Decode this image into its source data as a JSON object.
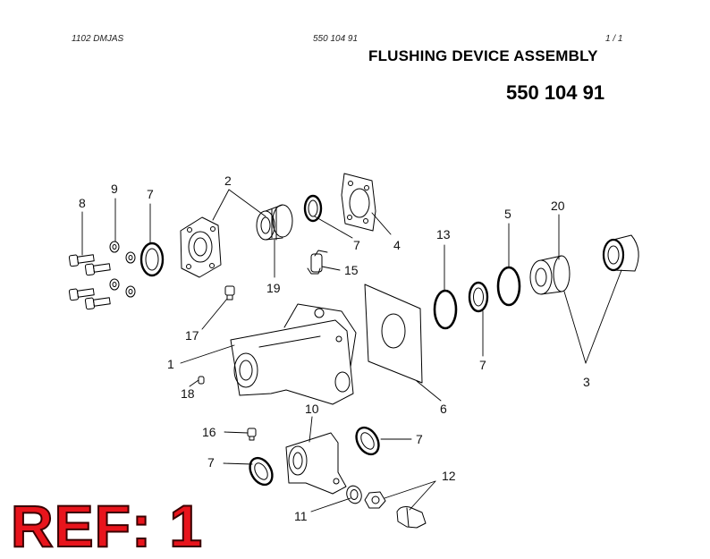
{
  "header": {
    "code_left": "1102 DMJAS",
    "code_mid": "550 104 91",
    "page": "1 /   1"
  },
  "title": "FLUSHING DEVICE ASSEMBLY",
  "part_number": "550 104 91",
  "callouts": [
    "1",
    "2",
    "3",
    "4",
    "5",
    "6",
    "7",
    "7",
    "7",
    "7",
    "7",
    "8",
    "9",
    "10",
    "11",
    "12",
    "13",
    "15",
    "16",
    "17",
    "18",
    "19",
    "20"
  ],
  "ref_stamp": "REF: 1"
}
